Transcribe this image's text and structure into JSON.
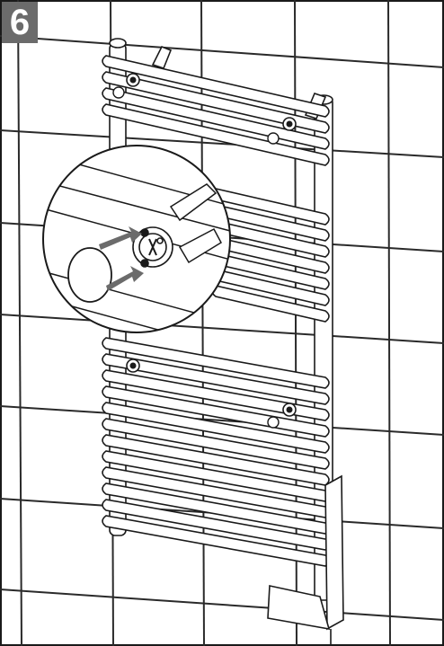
{
  "step": {
    "number": "6"
  },
  "colors": {
    "badge": "#6b6b6b",
    "line": "#1a1a1a",
    "radiator": "#ffffff",
    "grout": "#2a2a2a"
  },
  "illustration": {
    "subject": "towel-radiator-installation",
    "callout": "magnifier-bracket-detail",
    "arrow_count": 2
  }
}
